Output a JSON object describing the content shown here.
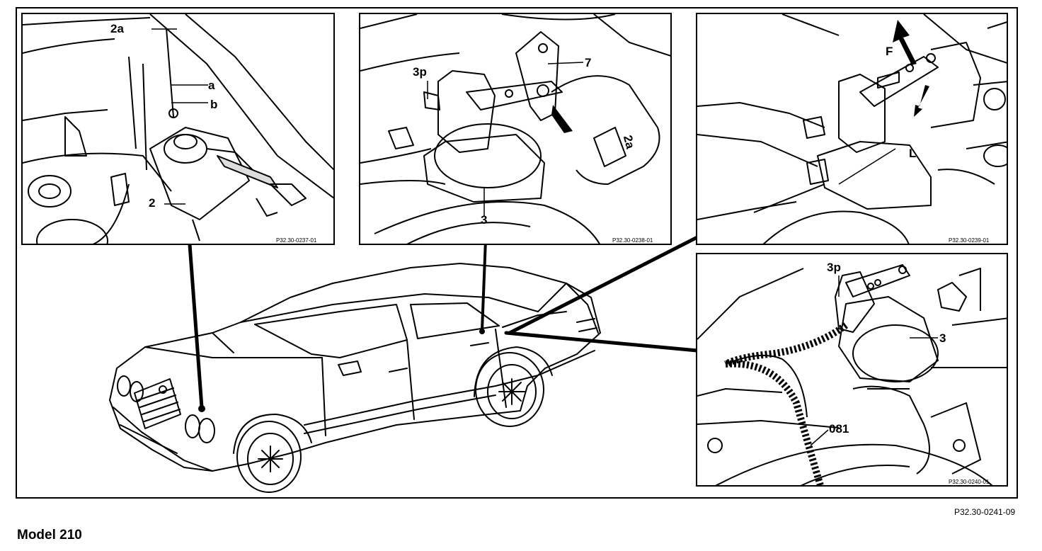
{
  "figure_code": "P32.30-0241-09",
  "model_label": "Model 210",
  "insets": [
    {
      "id": "top-left",
      "code": "P32.30-0237-01",
      "labels": [
        "2a",
        "a",
        "b",
        "2"
      ]
    },
    {
      "id": "top-middle",
      "code": "P32.30-0238-01",
      "labels": [
        "3p",
        "7",
        "2a",
        "3"
      ]
    },
    {
      "id": "top-right",
      "code": "P32.30-0239-01",
      "labels": [
        "F",
        "L"
      ]
    },
    {
      "id": "bottom-right",
      "code": "P32.30-0240-01",
      "labels": [
        "3p",
        "3",
        "081"
      ]
    }
  ]
}
